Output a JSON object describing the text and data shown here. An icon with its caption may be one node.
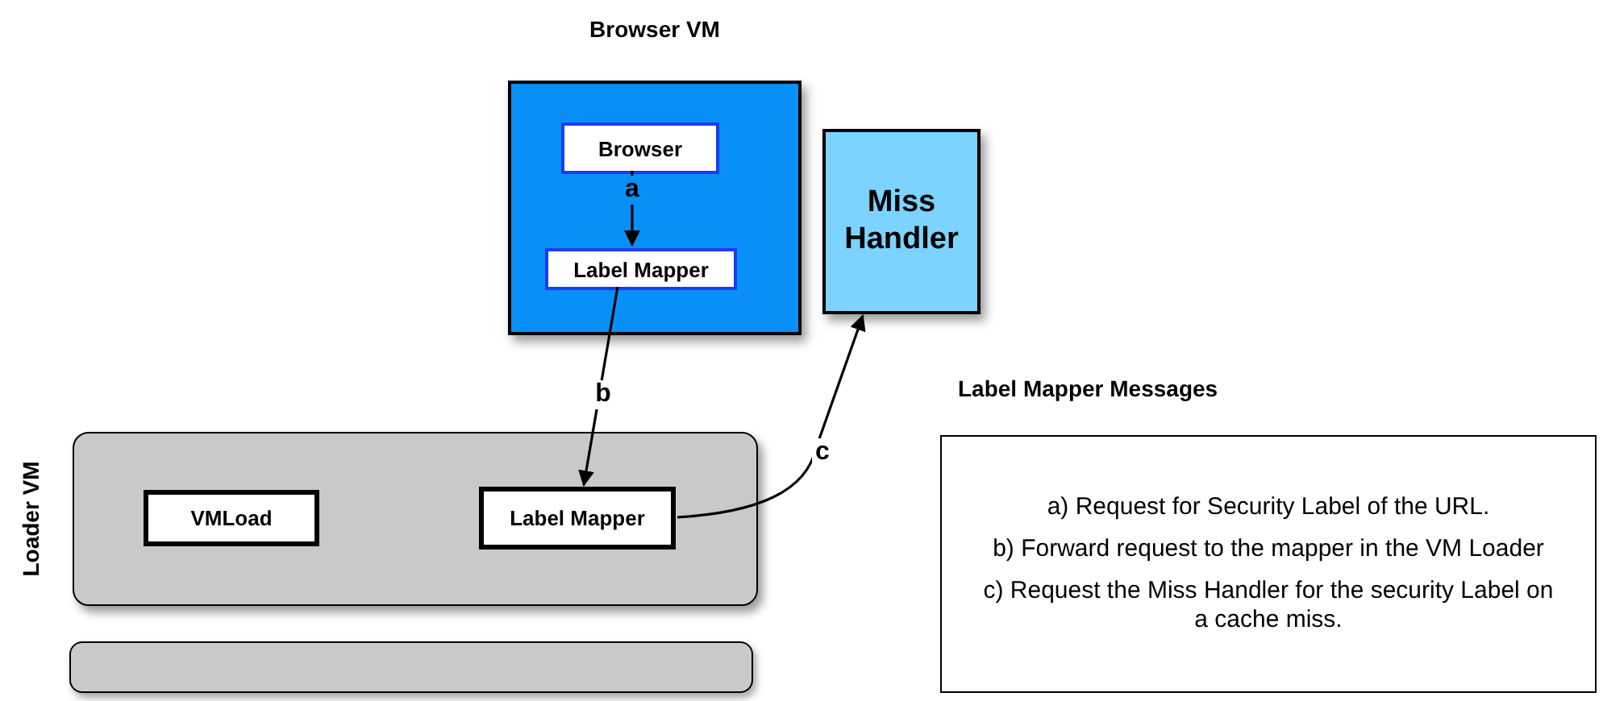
{
  "diagram": {
    "nodes": [
      {
        "text": [
          "Browser VM"
        ]
      },
      {
        "text": [
          "Browser"
        ],
        "in": 0
      },
      {
        "text": [
          "Label Mapper"
        ],
        "in": 0
      },
      {
        "text": [
          "Miss Handler"
        ]
      },
      {
        "text": [
          "Loader VM"
        ]
      },
      {
        "text": [
          "VMLoad"
        ],
        "in": 4
      },
      {
        "text": [
          "Label Mapper"
        ],
        "in": 4
      },
      {
        "text": [],
        "shape": "bar"
      },
      {
        "text": [
          "Label Mapper Messages",
          "a) Request for Security Label of the URL.",
          "b) Forward request to the mapper in the VM Loader",
          "c) Request the Miss Handler for the security Label on a cache miss."
        ]
      }
    ],
    "edges": [
      {
        "from": 1,
        "to": 2,
        "arrow": "to",
        "label": "a"
      },
      {
        "from": 2,
        "to": 6,
        "arrow": "to",
        "label": "b"
      },
      {
        "from": 6,
        "to": 3,
        "arrow": "to",
        "label": "c"
      }
    ]
  }
}
